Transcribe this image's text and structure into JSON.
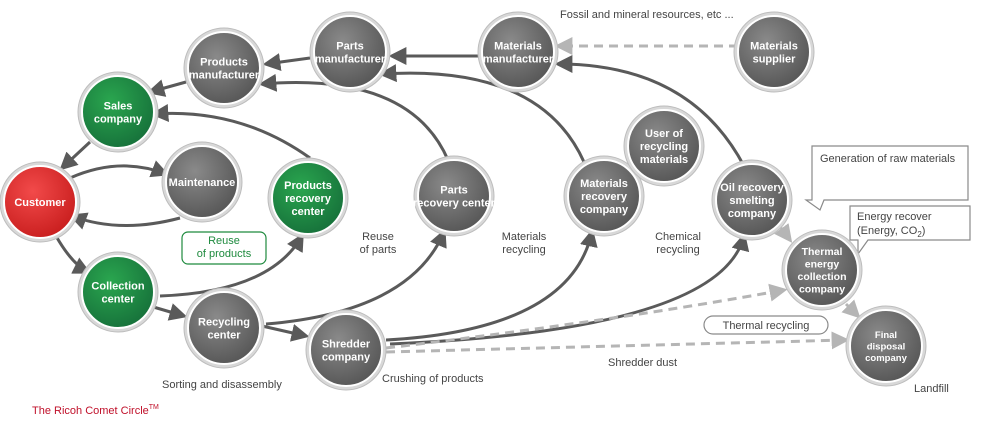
{
  "colors": {
    "gray_node": "#6b6b6b",
    "green_node": "#1e8a3e",
    "red_node": "#e02a2a",
    "arrow_dark": "#5a5a5a",
    "arrow_light": "#b5b5b5",
    "footer_red": "#c0102a"
  },
  "nodes": {
    "products_manufacturer": "Products\nmanufacturer",
    "parts_manufacturer": "Parts\nmanufacturer",
    "materials_manufacturer": "Materials\nmanufacturer",
    "materials_supplier": "Materials\nsupplier",
    "sales_company": "Sales\ncompany",
    "customer": "Customer",
    "maintenance": "Maintenance",
    "products_recovery_center": "Products\nrecovery\ncenter",
    "parts_recovery_center": "Parts\nrecovery center",
    "materials_recovery_company": "Materials\nrecovery\ncompany",
    "user_of_recycling_materials": "User of\nrecycling\nmaterials",
    "oil_recovery_smelting_company": "Oil recovery\nsmelting\ncompany",
    "thermal_energy_collection_company": "Thermal\nenergy\ncollection\ncompany",
    "collection_center": "Collection\ncenter",
    "recycling_center": "Recycling\ncenter",
    "shredder_company": "Shredder\ncompany",
    "final_disposal_company": "Final\ndisposal\ncompany"
  },
  "annotations": {
    "fossil": "Fossil and mineral resources, etc ...",
    "reuse_products": "Reuse\nof products",
    "reuse_parts": "Reuse\nof parts",
    "materials_recycling": "Materials\nrecycling",
    "chemical_recycling": "Chemical\nrecycling",
    "thermal_recycling": "Thermal recycling",
    "shredder_dust": "Shredder dust",
    "sorting": "Sorting and disassembly",
    "crushing": "Crushing of products",
    "landfill": "Landfill"
  },
  "callouts": {
    "raw_materials": "Generation of raw materials",
    "energy_line1": "Energy recover",
    "energy_line2_prefix": "(Energy, CO",
    "energy_line2_sub": "2",
    "energy_line2_suffix": ")"
  },
  "footer": {
    "title": "The Ricoh Comet Circle",
    "tm": "TM"
  }
}
